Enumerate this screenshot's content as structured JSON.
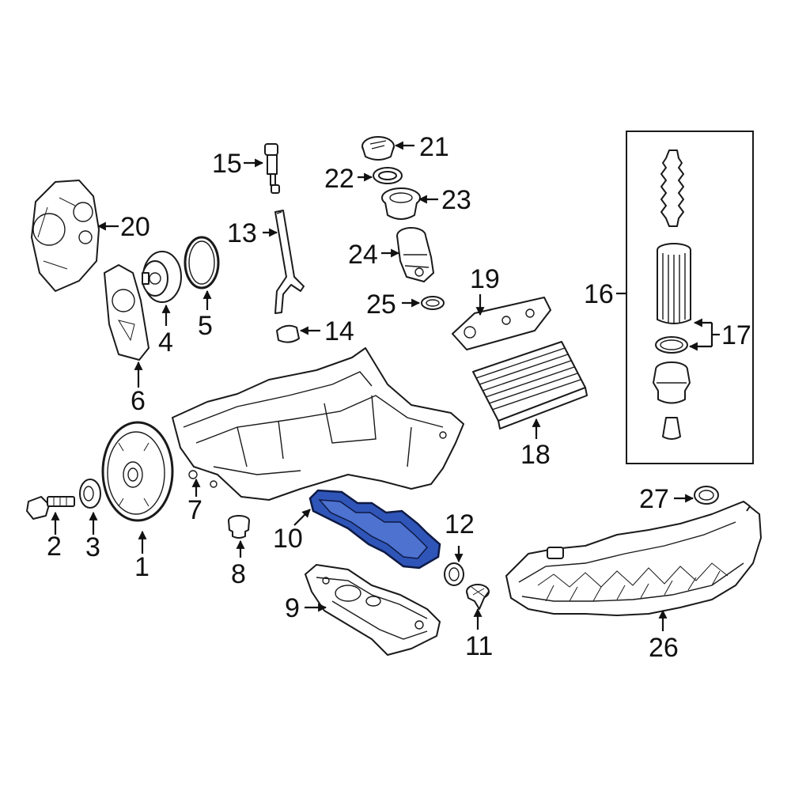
{
  "diagram": {
    "highlight_color": "#2f55b8",
    "highlighted_part": "10",
    "callouts": {
      "c1": "1",
      "c2": "2",
      "c3": "3",
      "c4": "4",
      "c5": "5",
      "c6": "6",
      "c7": "7",
      "c8": "8",
      "c9": "9",
      "c10": "10",
      "c11": "11",
      "c12": "12",
      "c13": "13",
      "c14": "14",
      "c15": "15",
      "c16": "16",
      "c17": "17",
      "c18": "18",
      "c19": "19",
      "c20": "20",
      "c21": "21",
      "c22": "22",
      "c23": "23",
      "c24": "24",
      "c25": "25",
      "c26": "26",
      "c27": "27"
    }
  }
}
